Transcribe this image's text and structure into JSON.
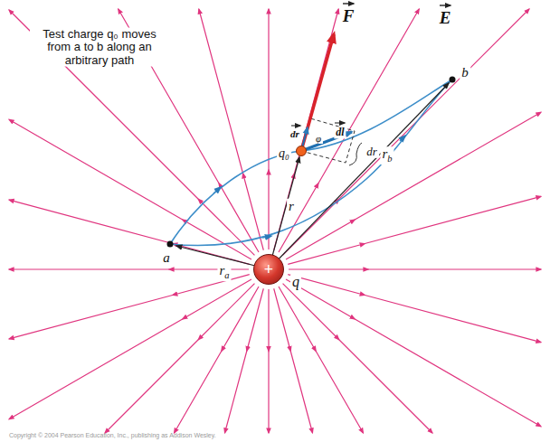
{
  "diagram": {
    "nodes": [
      {
        "text": [
          "+",
          "q"
        ]
      }
    ],
    "labels": [
      "Test charge q₀ moves from a to b along an arbitrary path",
      "F",
      "E",
      "dr",
      "φ",
      "dl",
      "dr",
      "r",
      "rb",
      "q₀",
      "a",
      "ra",
      "b",
      "Copyright © 2004 Pearson Education, Inc., publishing as Addison Wesley."
    ]
  }
}
